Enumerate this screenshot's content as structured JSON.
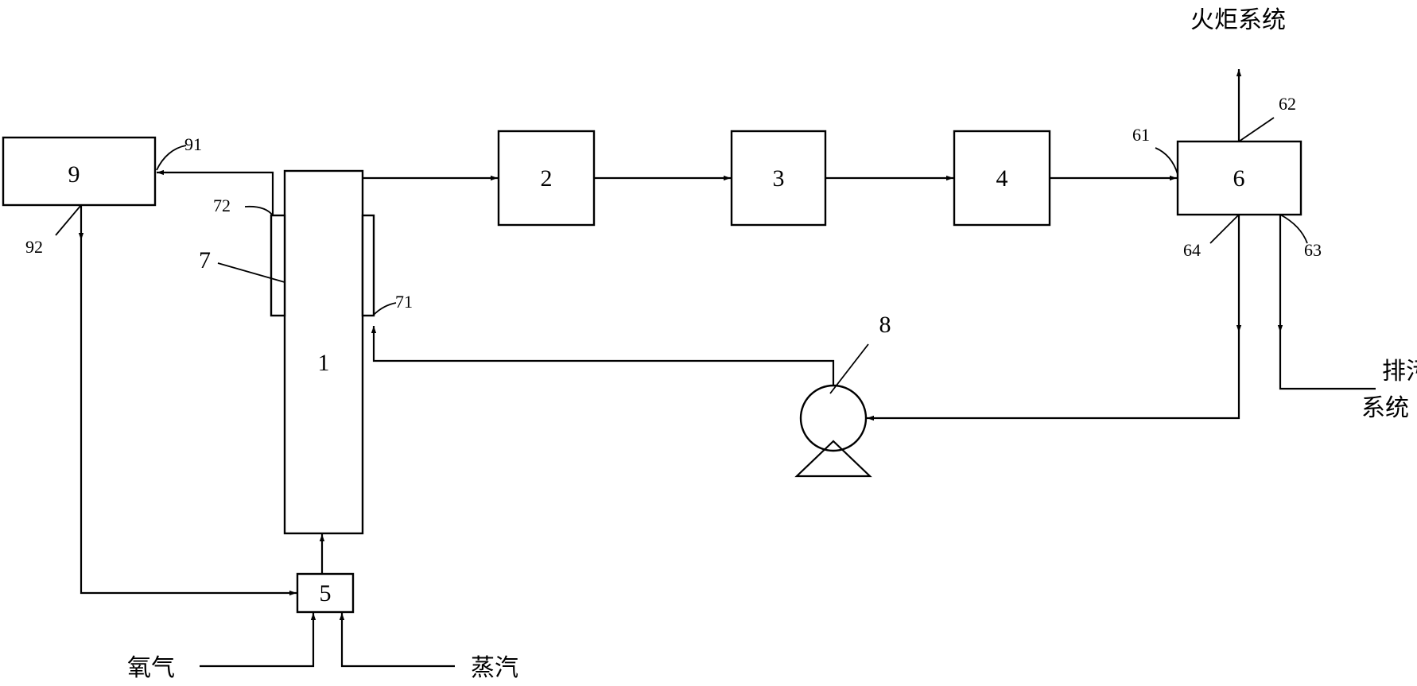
{
  "units": {
    "u1": "1",
    "u2": "2",
    "u3": "3",
    "u4": "4",
    "u5": "5",
    "u6": "6",
    "u7": "7",
    "u8": "8",
    "u9": "9"
  },
  "ports": {
    "p61": "61",
    "p62": "62",
    "p63": "63",
    "p64": "64",
    "p71": "71",
    "p72": "72",
    "p91": "91",
    "p92": "92"
  },
  "streams": {
    "flare": "火炬系统",
    "blowdown_line1": "排污",
    "blowdown_line2": "系统",
    "oxygen": "氧气",
    "steam": "蒸汽"
  }
}
